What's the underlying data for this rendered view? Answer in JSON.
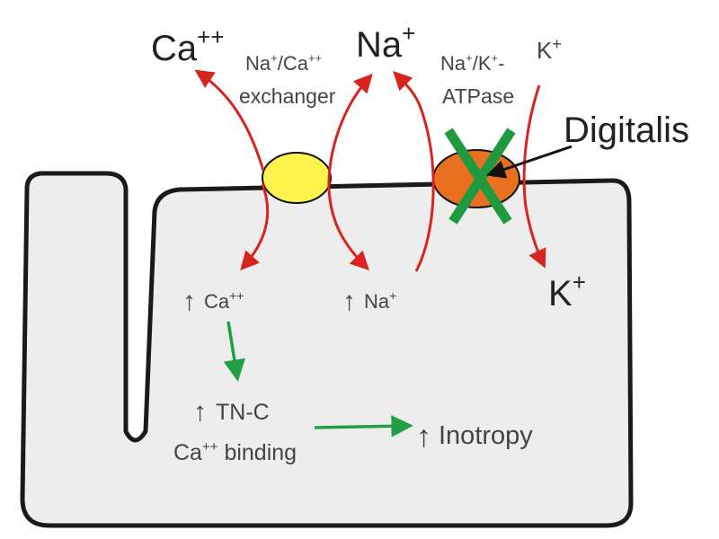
{
  "outside": {
    "ion_ca": "Ca",
    "ion_ca_charge": "++",
    "ion_na": "Na",
    "ion_na_charge": "+",
    "ion_k": "K",
    "ion_k_charge": "+"
  },
  "transporters": {
    "exchanger": {
      "label_line1_a": "Na",
      "label_line1_b": "+",
      "label_line1_c": "/Ca",
      "label_line1_d": "++",
      "label_line2": "exchanger"
    },
    "pump": {
      "label_line1_a": "Na",
      "label_line1_b": "+",
      "label_line1_c": "/K",
      "label_line1_d": "+",
      "label_line1_e": "-",
      "label_line2": "ATPase"
    }
  },
  "drug": {
    "label": "Digitalis"
  },
  "inside": {
    "ca_label": "Ca",
    "ca_charge": "++",
    "na_label": "Na",
    "na_charge": "+",
    "k_label": "K",
    "k_charge": "+",
    "tnc_line1": "TN-C",
    "tnc_line2_a": "Ca",
    "tnc_line2_b": "++",
    "tnc_line2_c": " binding",
    "inotropy": "Inotropy",
    "up_arrow": "↑"
  },
  "colors": {
    "cell_fill": "#ededed",
    "cell_stroke": "#1a1a1a",
    "red_arrow": "#d9231f",
    "green_arrow": "#20a043",
    "exchanger_fill": "#fff34d",
    "pump_fill": "#e8701f",
    "x_mark": "#1f9a3e"
  }
}
